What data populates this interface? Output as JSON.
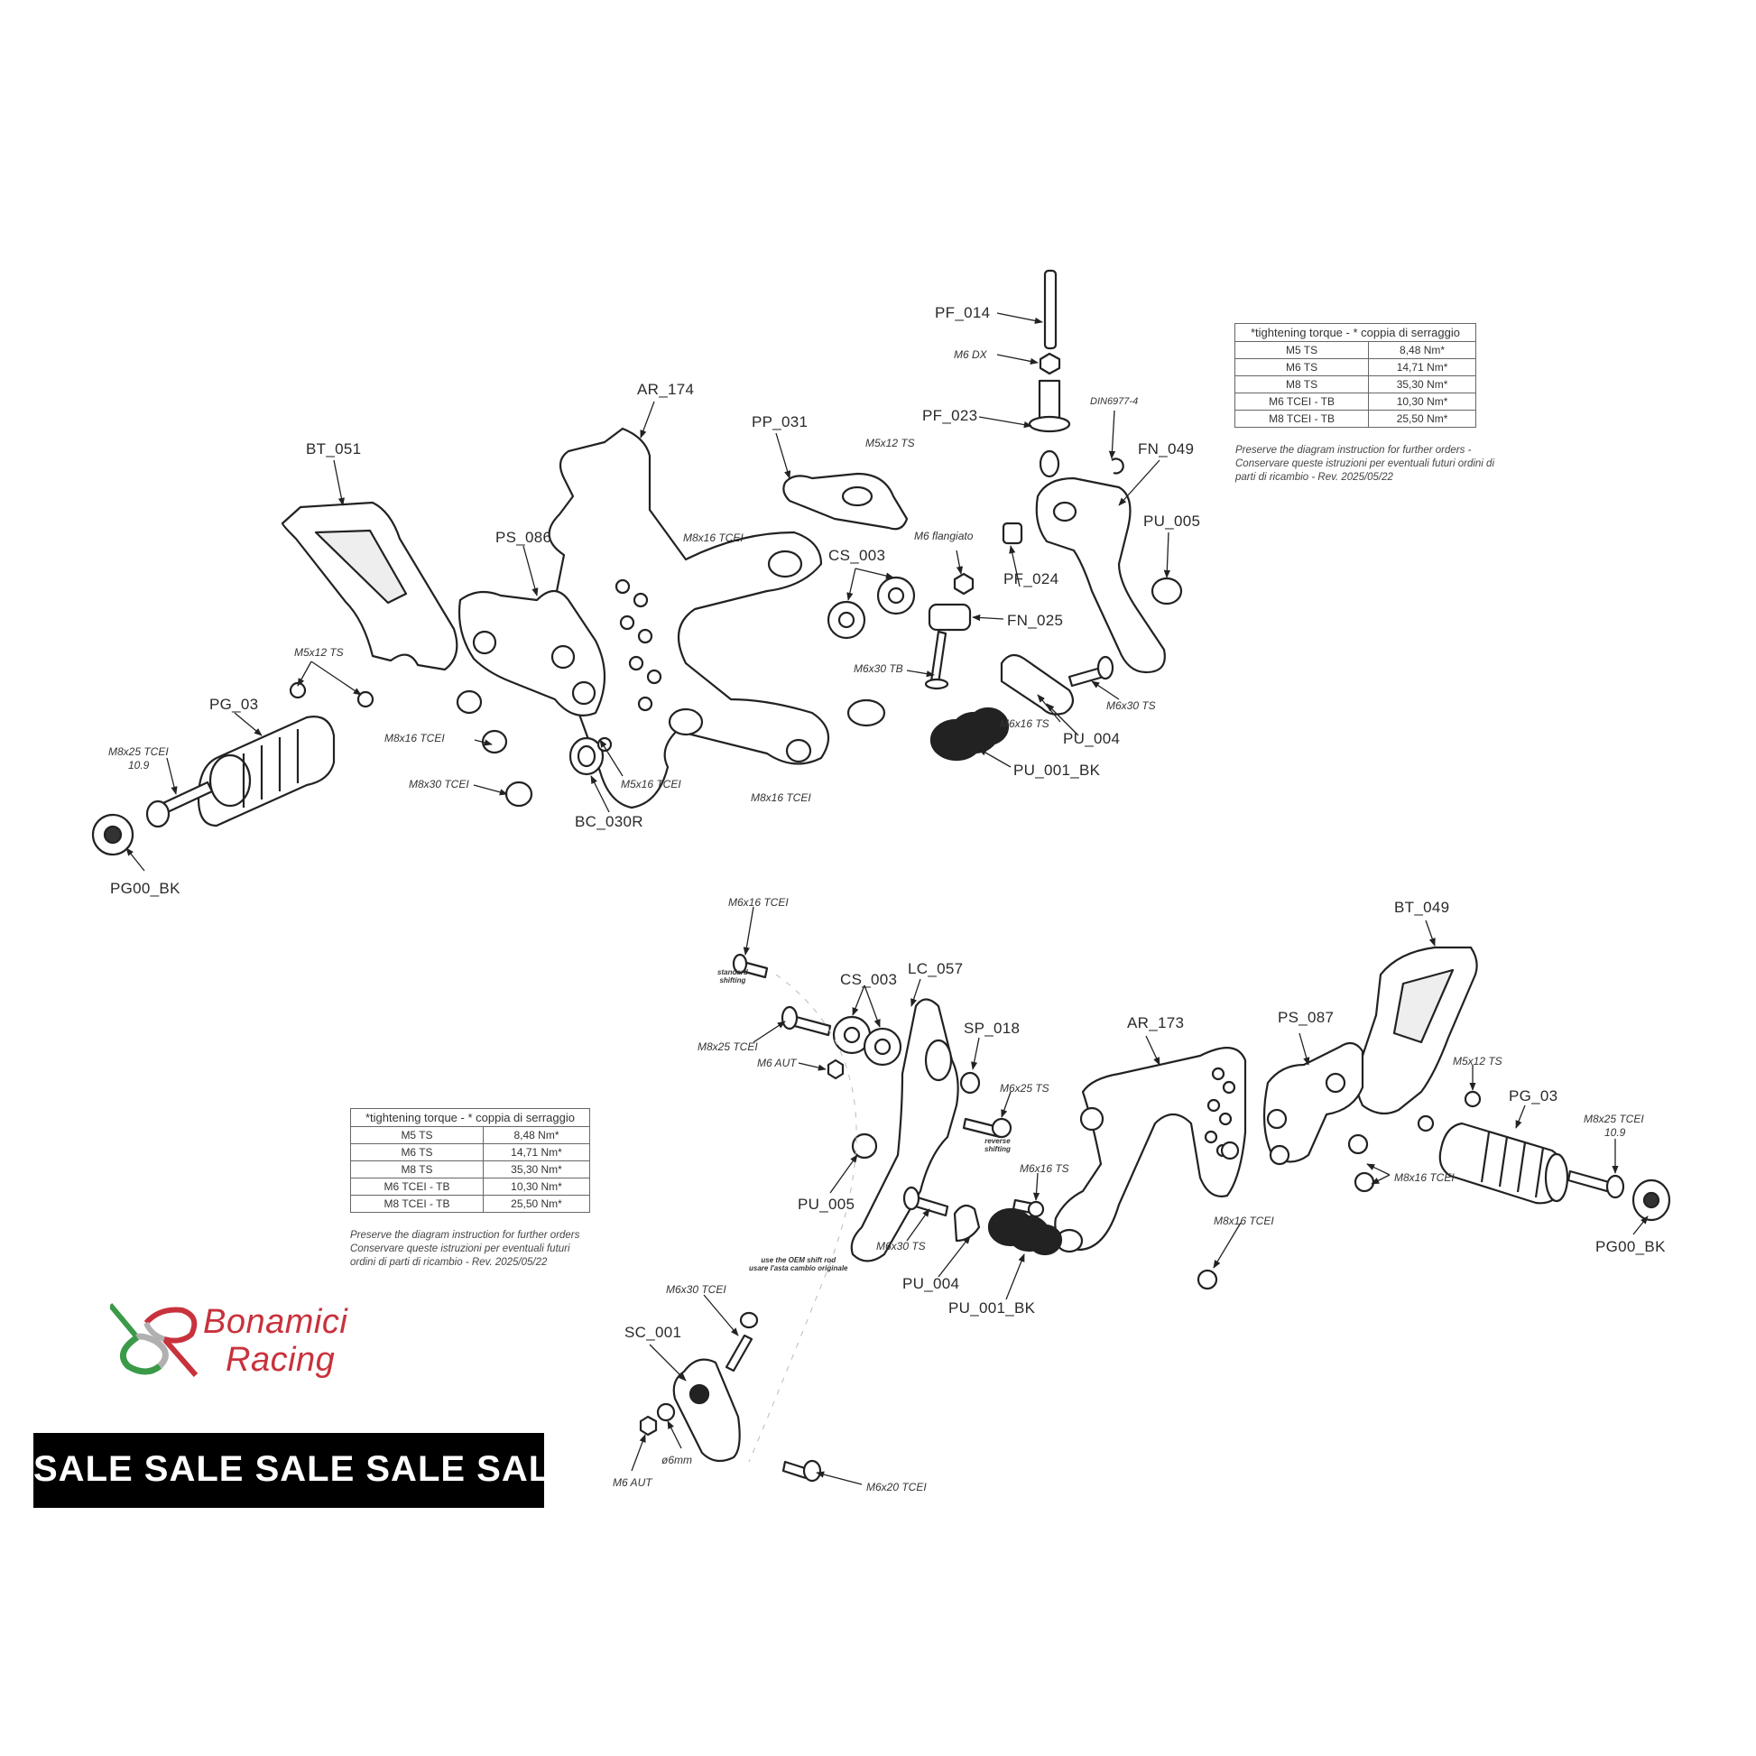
{
  "top_labels": {
    "pf014": "PF_014",
    "m6dx": "M6 DX",
    "pf023": "PF_023",
    "din": "DIN6977-4",
    "fn049": "FN_049",
    "pu005": "PU_005",
    "ar174": "AR_174",
    "pp031": "PP_031",
    "m5x12a": "M5x12 TS",
    "bt051": "BT_051",
    "ps086": "PS_086",
    "m8x16a": "M8x16 TCEI",
    "m6fl": "M6 flangiato",
    "cs003": "CS_003",
    "pf024": "PF_024",
    "fn025": "FN_025",
    "m5x12b": "M5x12 TS",
    "pg03": "PG_03",
    "m6x30tb": "M6x30 TB",
    "m6x30ts": "M6x30 TS",
    "m6x16ts": "M6x16 TS",
    "pu004": "PU_004",
    "m8x16b": "M8x16 TCEI",
    "m8x25": "M8x25 TCEI",
    "m8x25grade": "10.9",
    "m5x16": "M5x16 TCEI",
    "m8x30": "M8x30 TCEI",
    "pu001": "PU_001_BK",
    "m8x16c": "M8x16 TCEI",
    "bc030": "BC_030R",
    "pg00": "PG00_BK"
  },
  "bottom_labels": {
    "m6x16tcei": "M6x16 TCEI",
    "std1": "standard",
    "std2": "shifting",
    "bt049": "BT_049",
    "lc057": "LC_057",
    "cs003": "CS_003",
    "sp018": "SP_018",
    "ar173": "AR_173",
    "ps087": "PS_087",
    "m8x25": "M8x25 TCEI",
    "m6aut": "M6 AUT",
    "m5x12": "M5x12 TS",
    "m6x25": "M6x25 TS",
    "rev1": "reverse",
    "rev2": "shifting",
    "pg03": "PG_03",
    "m8x25b": "M8x25 TCEI",
    "m8x25grade": "10.9",
    "m6x16ts": "M6x16 TS",
    "m8x16a": "M8x16 TCEI",
    "pu005": "PU_005",
    "m8x16b": "M8x16 TCEI",
    "m6x30ts": "M6x30 TS",
    "pg00": "PG00_BK",
    "oem1": "use the OEM shift rod",
    "oem2": "usare l'asta cambio originale",
    "pu004": "PU_004",
    "pu001": "PU_001_BK",
    "m6x30tcei": "M6x30 TCEI",
    "sc001": "SC_001",
    "d6": "ø6mm",
    "m6aut2": "M6 AUT",
    "m6x20": "M6x20 TCEI"
  },
  "torque_table": {
    "header": "*tightening torque - * coppia di serraggio",
    "rows": [
      {
        "bolt": "M5 TS",
        "torque": "8,48 Nm*"
      },
      {
        "bolt": "M6 TS",
        "torque": "14,71 Nm*"
      },
      {
        "bolt": "M8 TS",
        "torque": "35,30 Nm*"
      },
      {
        "bolt": "M6 TCEI - TB",
        "torque": "10,30 Nm*"
      },
      {
        "bolt": "M8 TCEI - TB",
        "torque": "25,50 Nm*"
      }
    ],
    "note_top": [
      "Preserve the diagram instruction for further orders -",
      "Conservare queste istruzioni per eventuali futuri ordini di",
      "parti di ricambio - Rev. 2025/05/22"
    ],
    "note_bottom": [
      "Preserve the diagram instruction for further orders",
      "Conservare queste istruzioni per eventuali futuri",
      "ordini di parti di ricambio - Rev. 2025/05/22"
    ]
  },
  "logo": {
    "line1": "Bonamici",
    "line2": "Racing",
    "colors": {
      "red": "#c8323c",
      "green": "#3a9a48",
      "grey": "#b0b0b0"
    }
  },
  "banner": {
    "text": "SALE SALE SALE SALE SALE",
    "background": "#000000",
    "color": "#ffffff"
  }
}
